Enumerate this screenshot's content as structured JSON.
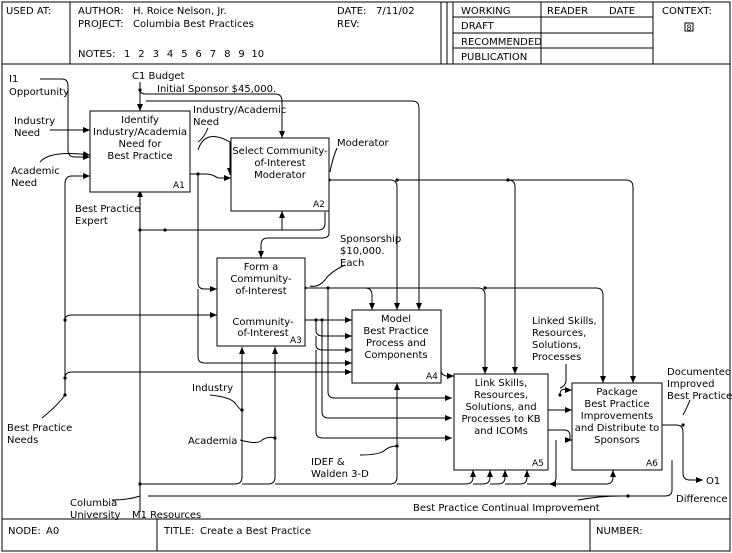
{
  "header": {
    "used_at_label": "USED AT:",
    "author_label": "AUTHOR:",
    "author_value": "H. Roice Nelson, Jr.",
    "project_label": "PROJECT:",
    "project_value": "Columbia Best Practices",
    "date_label": "DATE:",
    "date_value": "7/11/02",
    "rev_label": "REV:",
    "notes_label": "NOTES:",
    "notes_numbers": [
      "1",
      "2",
      "3",
      "4",
      "5",
      "6",
      "7",
      "8",
      "9",
      "10"
    ],
    "status": [
      "WORKING",
      "DRAFT",
      "RECOMMENDED",
      "PUBLICATION"
    ],
    "reader_label": "READER",
    "reader_date_label": "DATE",
    "context_label": "CONTEXT:",
    "context_marker": "8"
  },
  "footer": {
    "node_label": "NODE:",
    "node_value": "A0",
    "title_label": "TITLE:",
    "title_value": "Create a Best Practice",
    "number_label": "NUMBER:"
  },
  "activities": [
    {
      "id": "A1",
      "lines": [
        "Identify",
        "Industry/Academia",
        "Need for",
        "Best Practice"
      ]
    },
    {
      "id": "A2",
      "lines": [
        "Select Community-",
        "of-Interest",
        "Moderator"
      ]
    },
    {
      "id": "A3",
      "lines": [
        "Form a",
        "Community-",
        "of-Interest"
      ],
      "sub_lines": [
        "Community-",
        "of-Interest"
      ]
    },
    {
      "id": "A4",
      "lines": [
        "Model",
        "Best Practice",
        "Process and",
        "Components"
      ]
    },
    {
      "id": "A5",
      "lines": [
        "Link Skills,",
        "Resources,",
        "Solutions, and",
        "Processes to KB",
        "and ICOMs"
      ]
    },
    {
      "id": "A6",
      "lines": [
        "Package",
        "Best Practice",
        "Improvements",
        "and Distribute to",
        "Sponsors"
      ]
    }
  ],
  "labels": {
    "i1": [
      "I1",
      "Opportunity"
    ],
    "c1": "C1   Budget",
    "initial_sponsor": "Initial Sponsor $45,000.",
    "industry_need": [
      "Industry",
      "Need"
    ],
    "industry_academic_need": [
      "Industry/Academic",
      "Need"
    ],
    "academic_need": [
      "Academic",
      "Need"
    ],
    "best_practice_expert": [
      "Best Practice",
      "Expert"
    ],
    "moderator": "Moderator",
    "sponsorship": [
      "Sponsorship",
      "$10,000.",
      "Each"
    ],
    "linked_skills": [
      "Linked Skills,",
      "Resources,",
      "Solutions,",
      "Processes"
    ],
    "documented": [
      "Documented",
      "Improved",
      "Best Practice"
    ],
    "industry": "Industry",
    "academia": "Academia",
    "best_practice_needs": [
      "Best Practice",
      "Needs"
    ],
    "idef": [
      "IDEF &",
      "Walden 3-D"
    ],
    "columbia": [
      "Columbia",
      "University"
    ],
    "m1": "M1   Resources",
    "continual": "Best Practice Continual Improvement",
    "o1": "O1",
    "difference": "Difference"
  }
}
